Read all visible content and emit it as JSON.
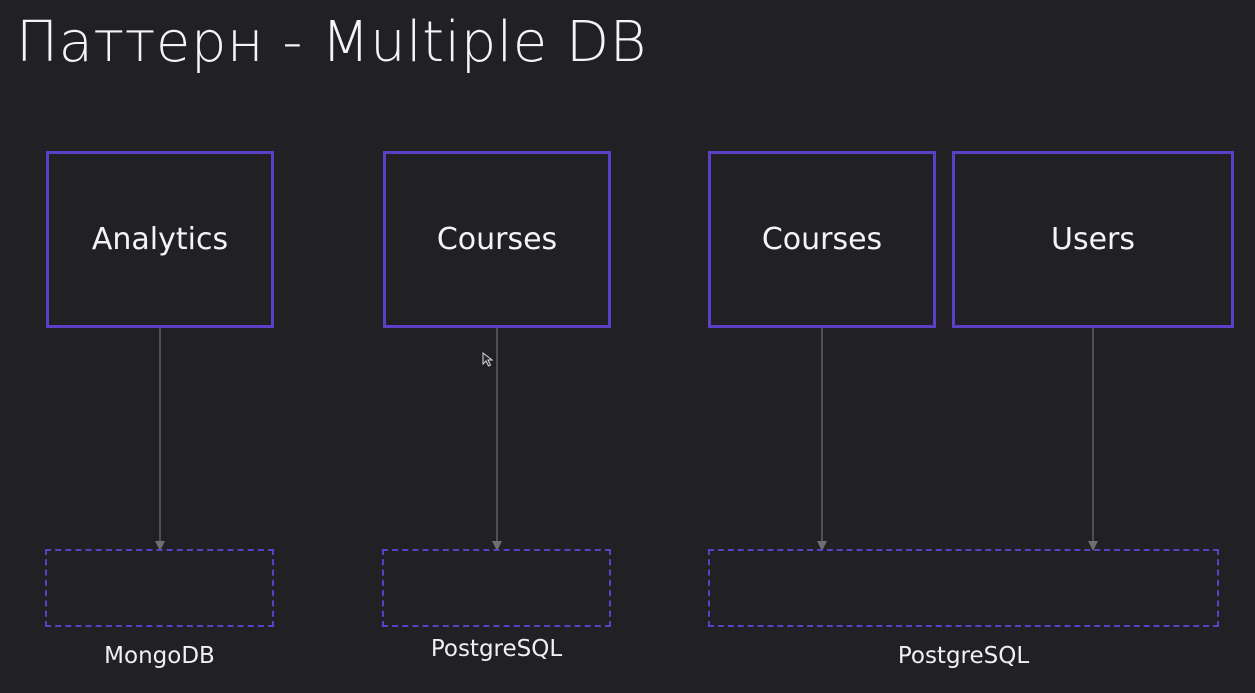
{
  "title": "Паттерн - Multiple DB",
  "services": {
    "analytics": "Analytics",
    "courses_a": "Courses",
    "courses_b": "Courses",
    "users": "Users"
  },
  "databases": {
    "mongo": "MongoDB",
    "postgres_a": "PostgreSQL",
    "postgres_b": "PostgreSQL"
  },
  "colors": {
    "background": "#212024",
    "accent": "#5b3fc4",
    "connector": "#6f6f6f"
  }
}
